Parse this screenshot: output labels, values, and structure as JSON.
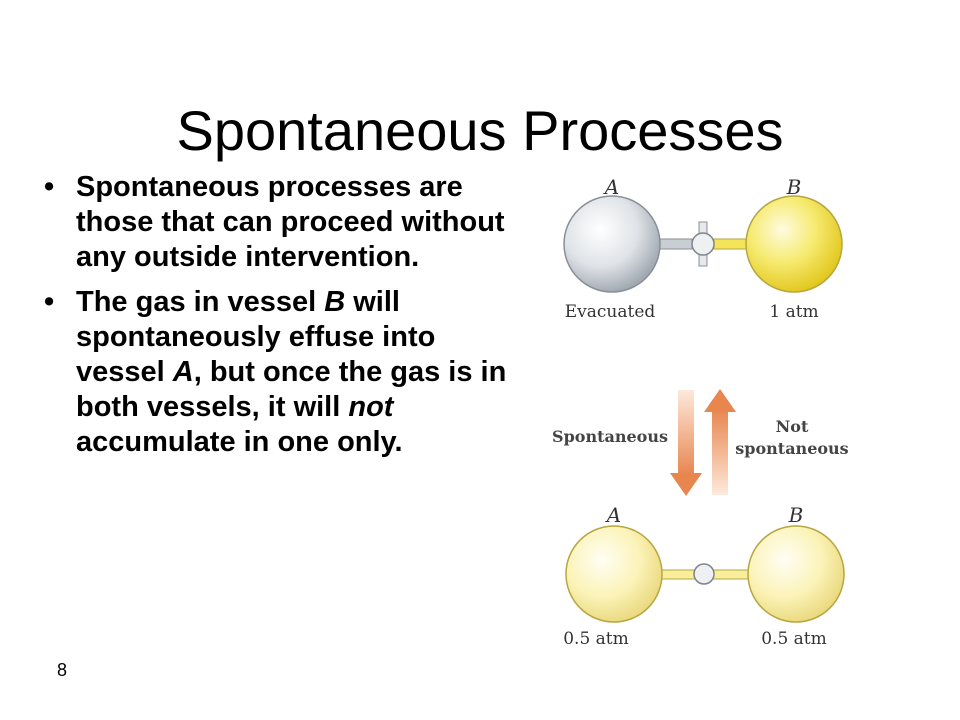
{
  "slide": {
    "title": "Spontaneous Processes",
    "number": "8",
    "bullet_glyph": "•",
    "bullets": [
      {
        "parts": [
          "Spontaneous processes are those that can proceed without any outside intervention."
        ]
      },
      {
        "parts": [
          "The gas in vessel ",
          "B",
          " will spontaneously effuse into vessel ",
          "A",
          ", but once the gas is in both vessels, it will ",
          "not",
          " accumulate in one only."
        ]
      }
    ]
  },
  "figure": {
    "top": {
      "vessel_a_label": "A",
      "vessel_b_label": "B",
      "vessel_a_state": "Evacuated",
      "vessel_b_state": "1 atm"
    },
    "arrows": {
      "left_label": "Spontaneous",
      "right_label_line1": "Not",
      "right_label_line2": "spontaneous"
    },
    "bottom": {
      "vessel_a_label": "A",
      "vessel_b_label": "B",
      "vessel_a_state": "0.5 atm",
      "vessel_b_state": "0.5 atm"
    },
    "colors": {
      "gas_yellow": "#f3e45a",
      "empty_grey": "#cdd2d8",
      "arrow_orange": "#e8864f"
    }
  }
}
